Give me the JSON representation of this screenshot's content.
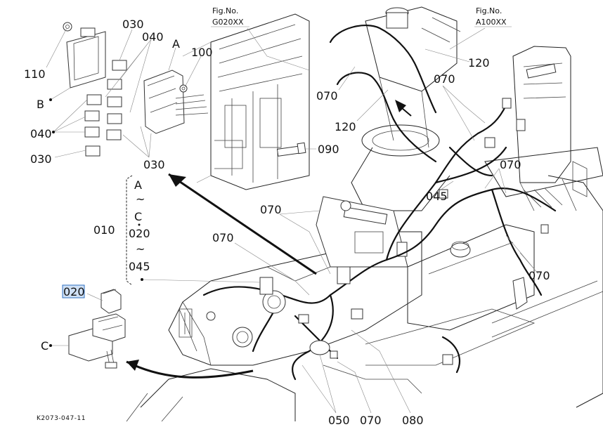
{
  "figure_refs": {
    "left": {
      "line1": "Fig.No.",
      "line2": "G020XX"
    },
    "right": {
      "line1": "Fig.No.",
      "line2": "A100XX"
    }
  },
  "callouts": {
    "c110": "110",
    "cB": "B",
    "c030_top": "030",
    "c040_top": "040",
    "cA": "A",
    "c100": "100",
    "c040_left": "040",
    "c030_left": "030",
    "c030_mid": "030",
    "c090": "090",
    "c070_a": "070",
    "c120_a": "120",
    "c120_b": "120",
    "c070_b": "070",
    "c070_c": "070",
    "c045": "045",
    "c070_d": "070",
    "c070_e": "070",
    "c070_f": "070",
    "c010": "010",
    "c020_sel": "020",
    "cC": "C",
    "c050": "050",
    "c070_g": "070",
    "c080": "080"
  },
  "range_bracket": {
    "line1": "A",
    "line2": "~",
    "line3": "C",
    "line4": "020",
    "line5": "~",
    "line6": "045"
  },
  "drawing_code": "K2073-047-11"
}
